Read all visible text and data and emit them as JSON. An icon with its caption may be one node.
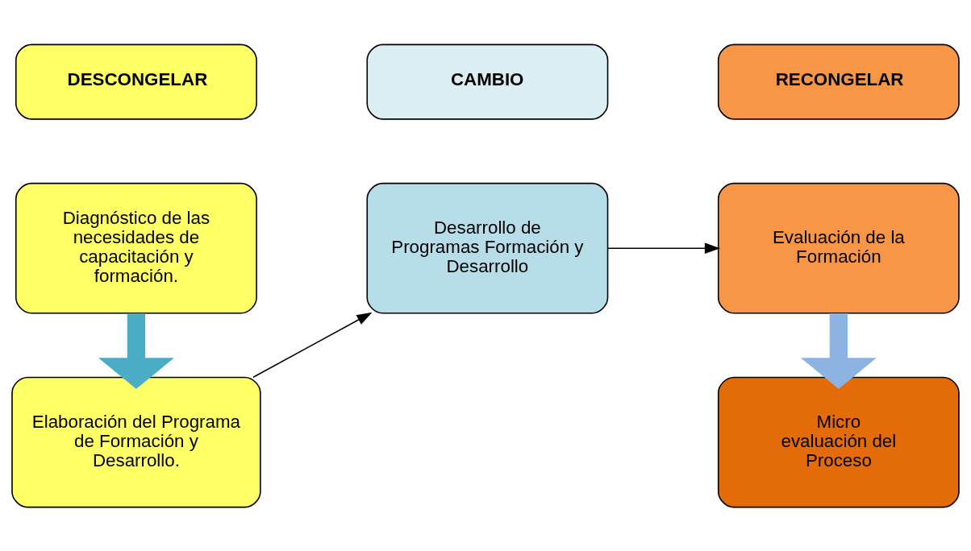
{
  "diagram": {
    "nodes": [
      {
        "text": [
          "DESCONGELAR"
        ]
      },
      {
        "text": [
          "CAMBIO"
        ]
      },
      {
        "text": [
          "RECONGELAR"
        ]
      },
      {
        "text": [
          "Diagnóstico de las necesidades de capacitación y formación."
        ]
      },
      {
        "text": [
          "Elaboración del Programa de Formación y Desarrollo."
        ]
      },
      {
        "text": [
          "Desarrollo de Programas Formación y Desarrollo"
        ]
      },
      {
        "text": [
          "Evaluación de la Formación"
        ]
      },
      {
        "text": [
          "Micro evaluación del Proceso"
        ]
      }
    ],
    "edges": [
      {
        "from": 3,
        "to": 4,
        "arrow": "to",
        "style": "thick",
        "color": "#4bacc6"
      },
      {
        "from": 4,
        "to": 5,
        "arrow": "to"
      },
      {
        "from": 5,
        "to": 6,
        "arrow": "to"
      },
      {
        "from": 6,
        "to": 7,
        "arrow": "to",
        "style": "thick",
        "color": "#8db3e2"
      }
    ]
  }
}
